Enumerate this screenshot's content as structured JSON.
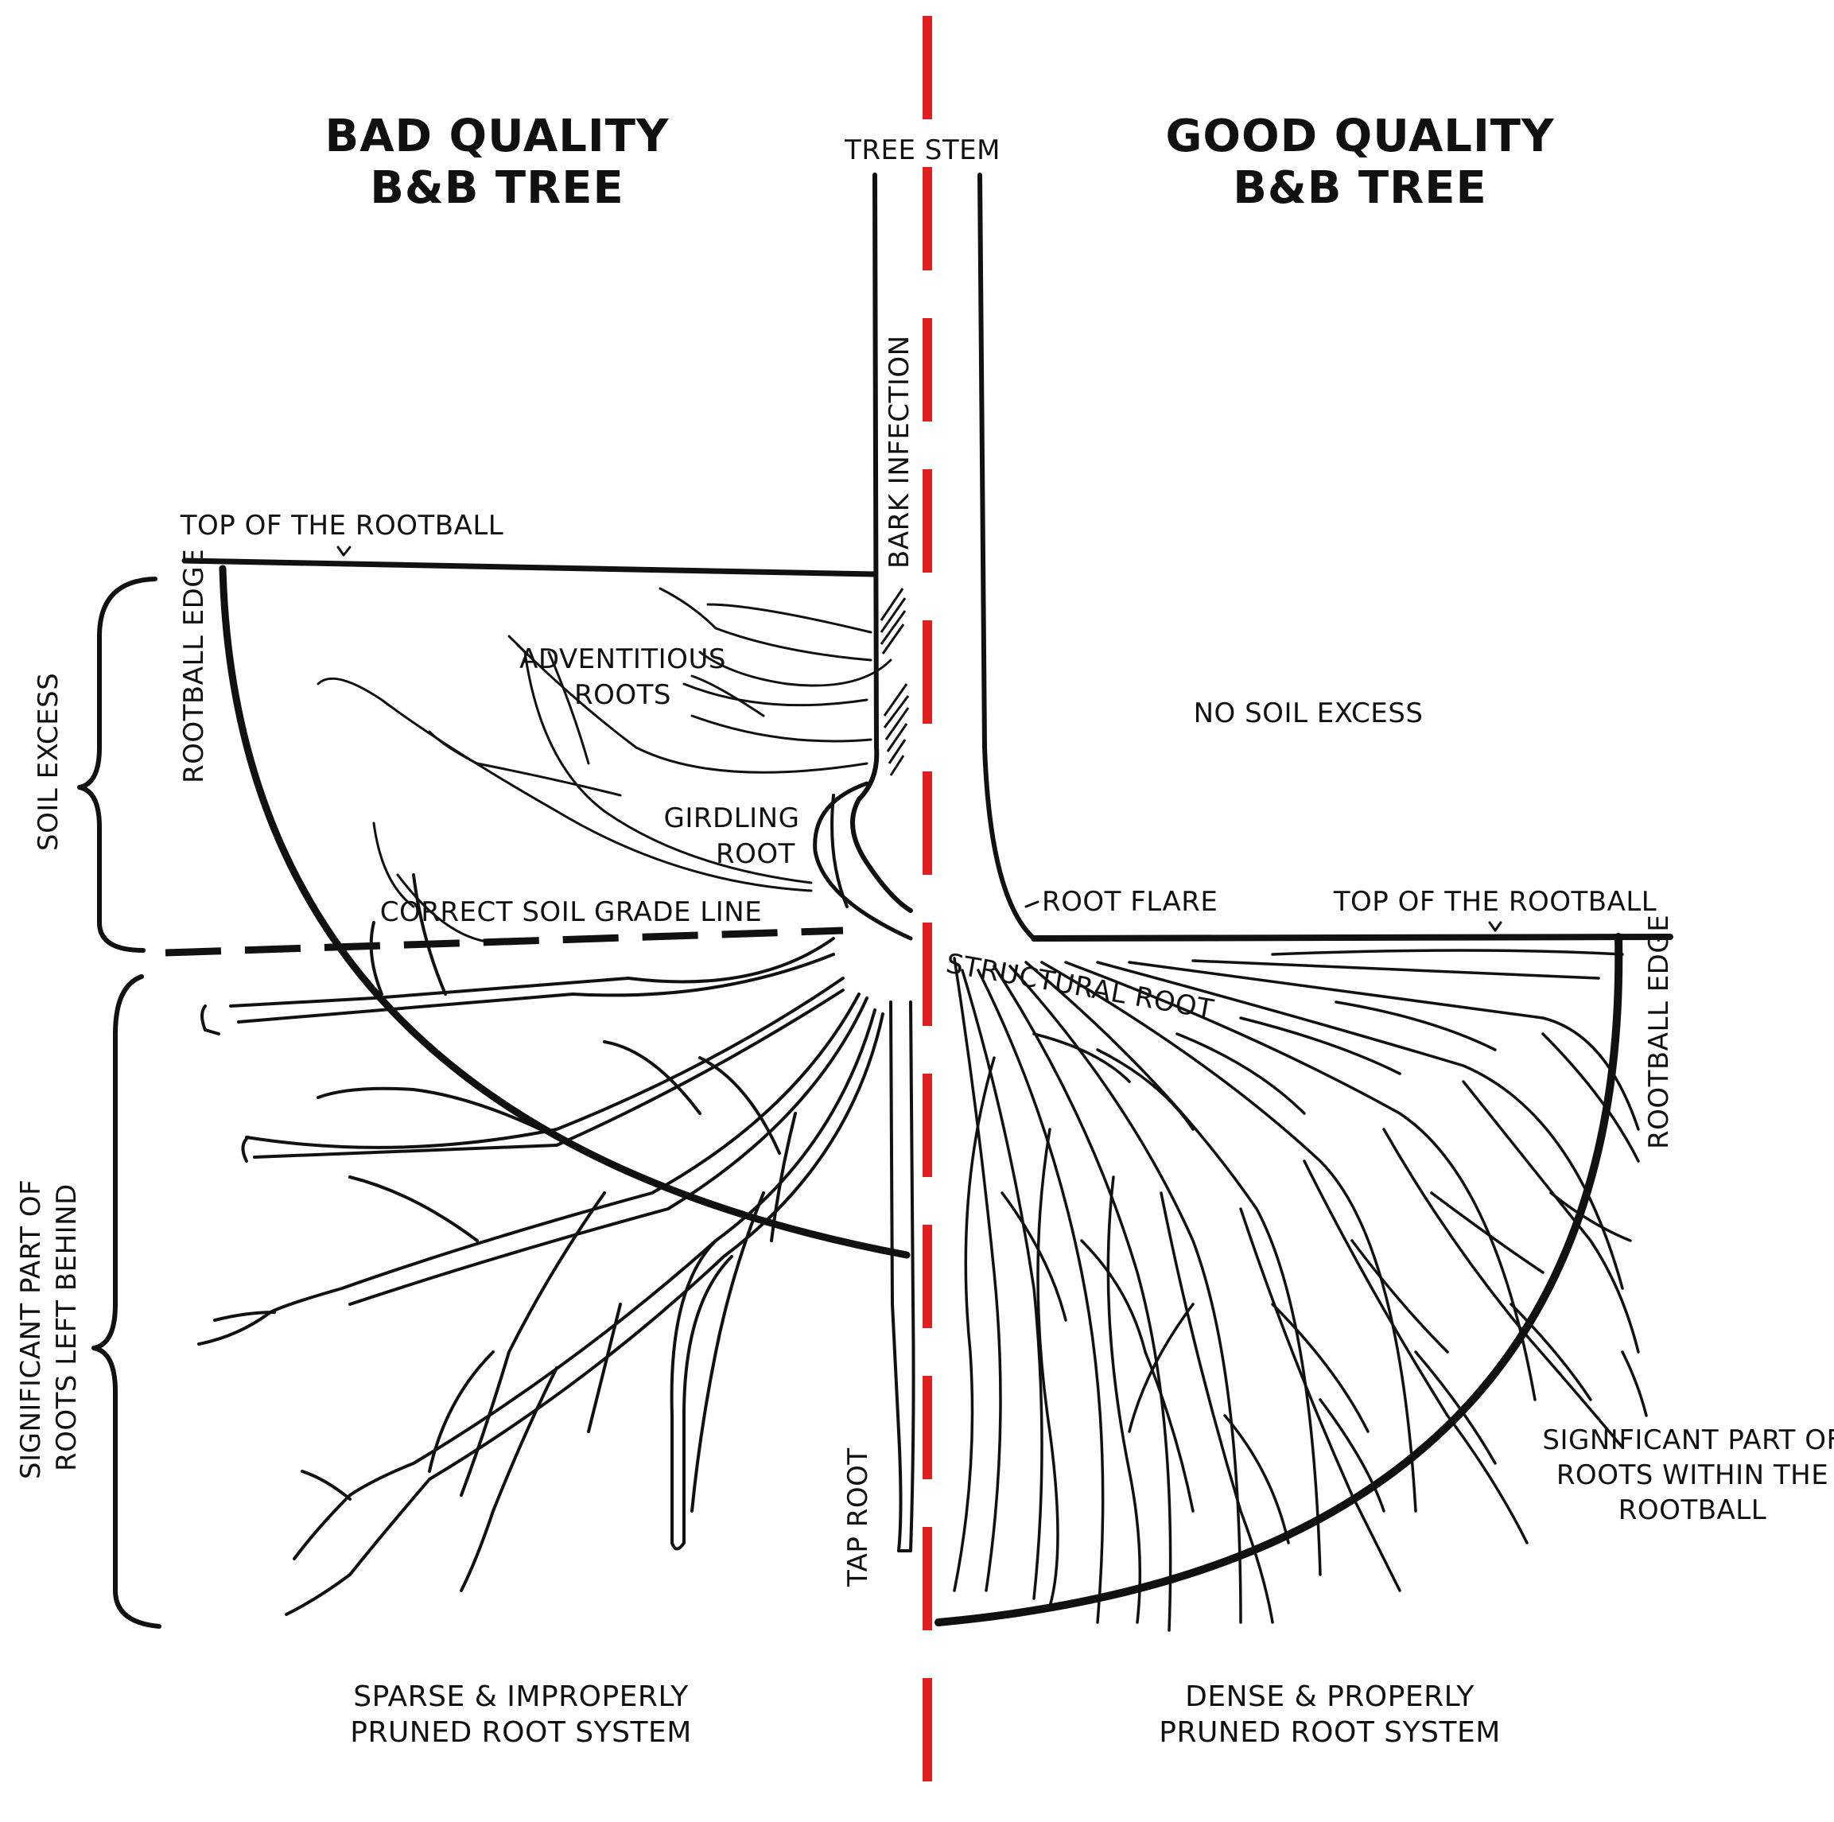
{
  "colors": {
    "ink": "#111111",
    "divider": "#e02020",
    "background": "#ffffff"
  },
  "labels": {
    "bad_title_1": "BAD QUALITY",
    "bad_title_2": "B&B TREE",
    "good_title_1": "GOOD QUALITY",
    "good_title_2": "B&B TREE",
    "tree_stem": "TREE STEM",
    "bark_infection": "BARK INFECTION",
    "top_rootball_left": "TOP OF THE ROOTBALL",
    "top_rootball_right": "TOP OF THE ROOTBALL",
    "rootball_edge_left": "ROOTBALL EDGE",
    "rootball_edge_right": "ROOTBALL EDGE",
    "soil_excess": "SOIL EXCESS",
    "adventitious_1": "ADVENTITIOUS",
    "adventitious_2": "ROOTS",
    "girdling_1": "GIRDLING",
    "girdling_2": "ROOT",
    "grade_line": "CORRECT SOIL GRADE LINE",
    "no_soil_excess": "NO SOIL EXCESS",
    "root_flare": "ROOT FLARE",
    "structural_root": "STRUCTURAL ROOT",
    "left_behind_1": "SIGNIFICANT PART OF",
    "left_behind_2": "ROOTS LEFT BEHIND",
    "tap_root": "TAP ROOT",
    "within_1": "SIGNIFICANT PART OF",
    "within_2": "ROOTS WITHIN THE",
    "within_3": "ROOTBALL",
    "sparse_1": "SPARSE & IMPROPERLY",
    "sparse_2": "PRUNED ROOT SYSTEM",
    "dense_1": "DENSE & PROPERLY",
    "dense_2": "PRUNED ROOT SYSTEM"
  }
}
